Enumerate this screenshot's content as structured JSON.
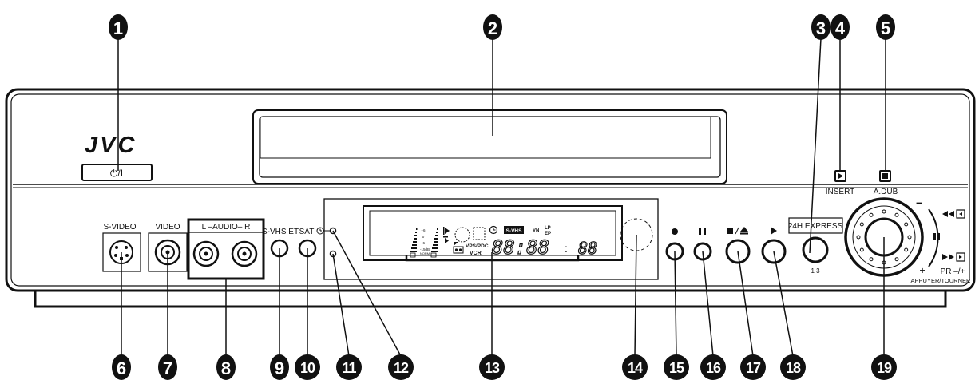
{
  "brand": "JVC",
  "power_label": "⏻/I",
  "jacks": {
    "svideo": "S-VIDEO",
    "video": "VIDEO",
    "audio": "L –AUDIO– R"
  },
  "buttons": {
    "svhs_et": "S-VHS ET",
    "sat": "SAT",
    "insert": "INSERT",
    "adub": "A.DUB",
    "express": "24H EXPRESS",
    "express_sub": "1  3",
    "pr": "PR –/+",
    "appuyer": "APPUYER/TOURNER",
    "plus": "+",
    "minus": "–"
  },
  "display": {
    "vps": "VPS/PDC",
    "vcr": "VCR",
    "vn": "VN",
    "lp": "LP",
    "ep": "EP",
    "time": "88:88",
    "colon": ":",
    "sec": "88",
    "svhs_logo": "S-VHS",
    "norm": "NORM",
    "db": "-15dB",
    "scale": [
      "+6",
      "0",
      "-6"
    ]
  },
  "callouts": [
    "1",
    "2",
    "3",
    "4",
    "5",
    "6",
    "7",
    "8",
    "9",
    "10",
    "11",
    "12",
    "13",
    "14",
    "15",
    "16",
    "17",
    "18",
    "19"
  ],
  "colors": {
    "ink": "#111111",
    "paper": "#ffffff",
    "badge": "#111111"
  }
}
